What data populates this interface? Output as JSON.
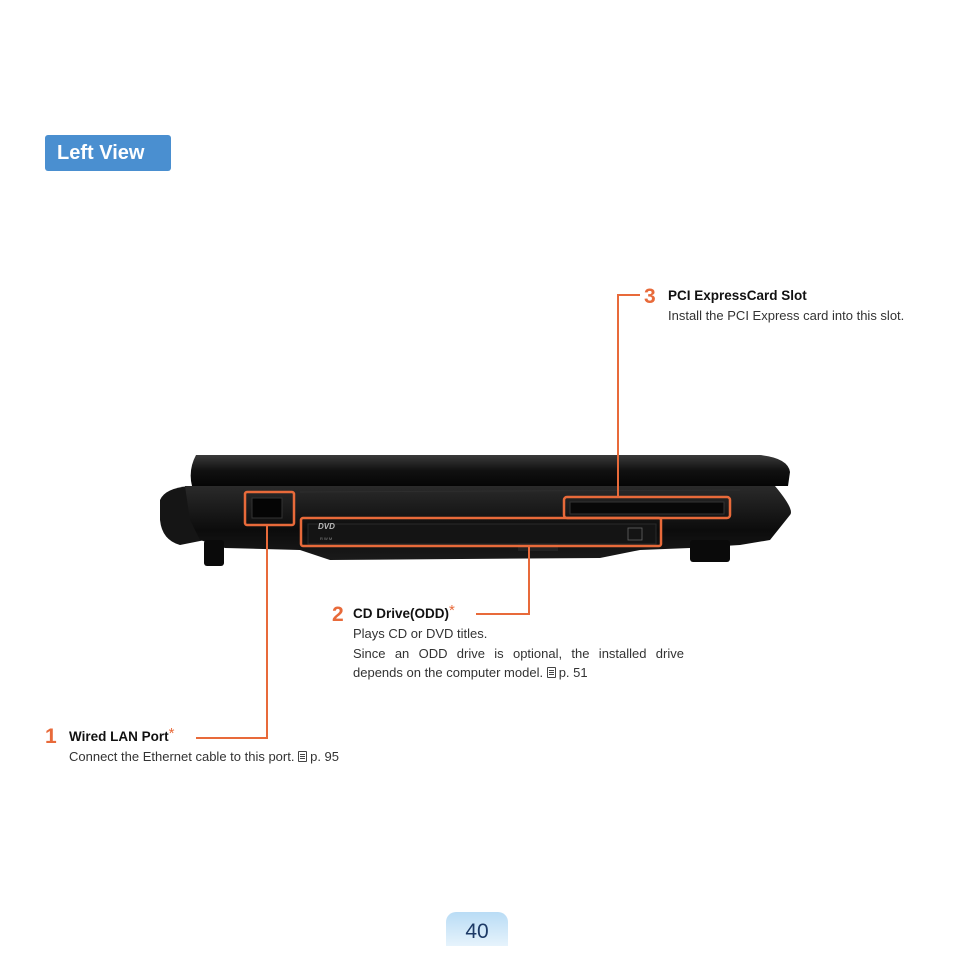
{
  "section": {
    "title": "Left View"
  },
  "colors": {
    "accent": "#e86a3a",
    "badge": "#4a8fd0"
  },
  "callouts": [
    {
      "number": "1",
      "title": "Wired LAN Port",
      "asterisk": "*",
      "description": "Connect the Ethernet cable to this port.",
      "ref_icon": "manual-reference-icon",
      "page_ref": "p. 95"
    },
    {
      "number": "2",
      "title": "CD Drive(ODD)",
      "asterisk": "*",
      "line1": "Plays CD or DVD titles.",
      "line2": "Since an ODD drive is optional, the installed drive depends on the computer model.",
      "ref_icon": "manual-reference-icon",
      "page_ref": "p. 51"
    },
    {
      "number": "3",
      "title": "PCI ExpressCard Slot",
      "description": "Install the PCI Express card into this slot."
    }
  ],
  "image": {
    "dvd_logo": "DVD",
    "dvd_sub": "R W M"
  },
  "page": {
    "number": "40"
  }
}
